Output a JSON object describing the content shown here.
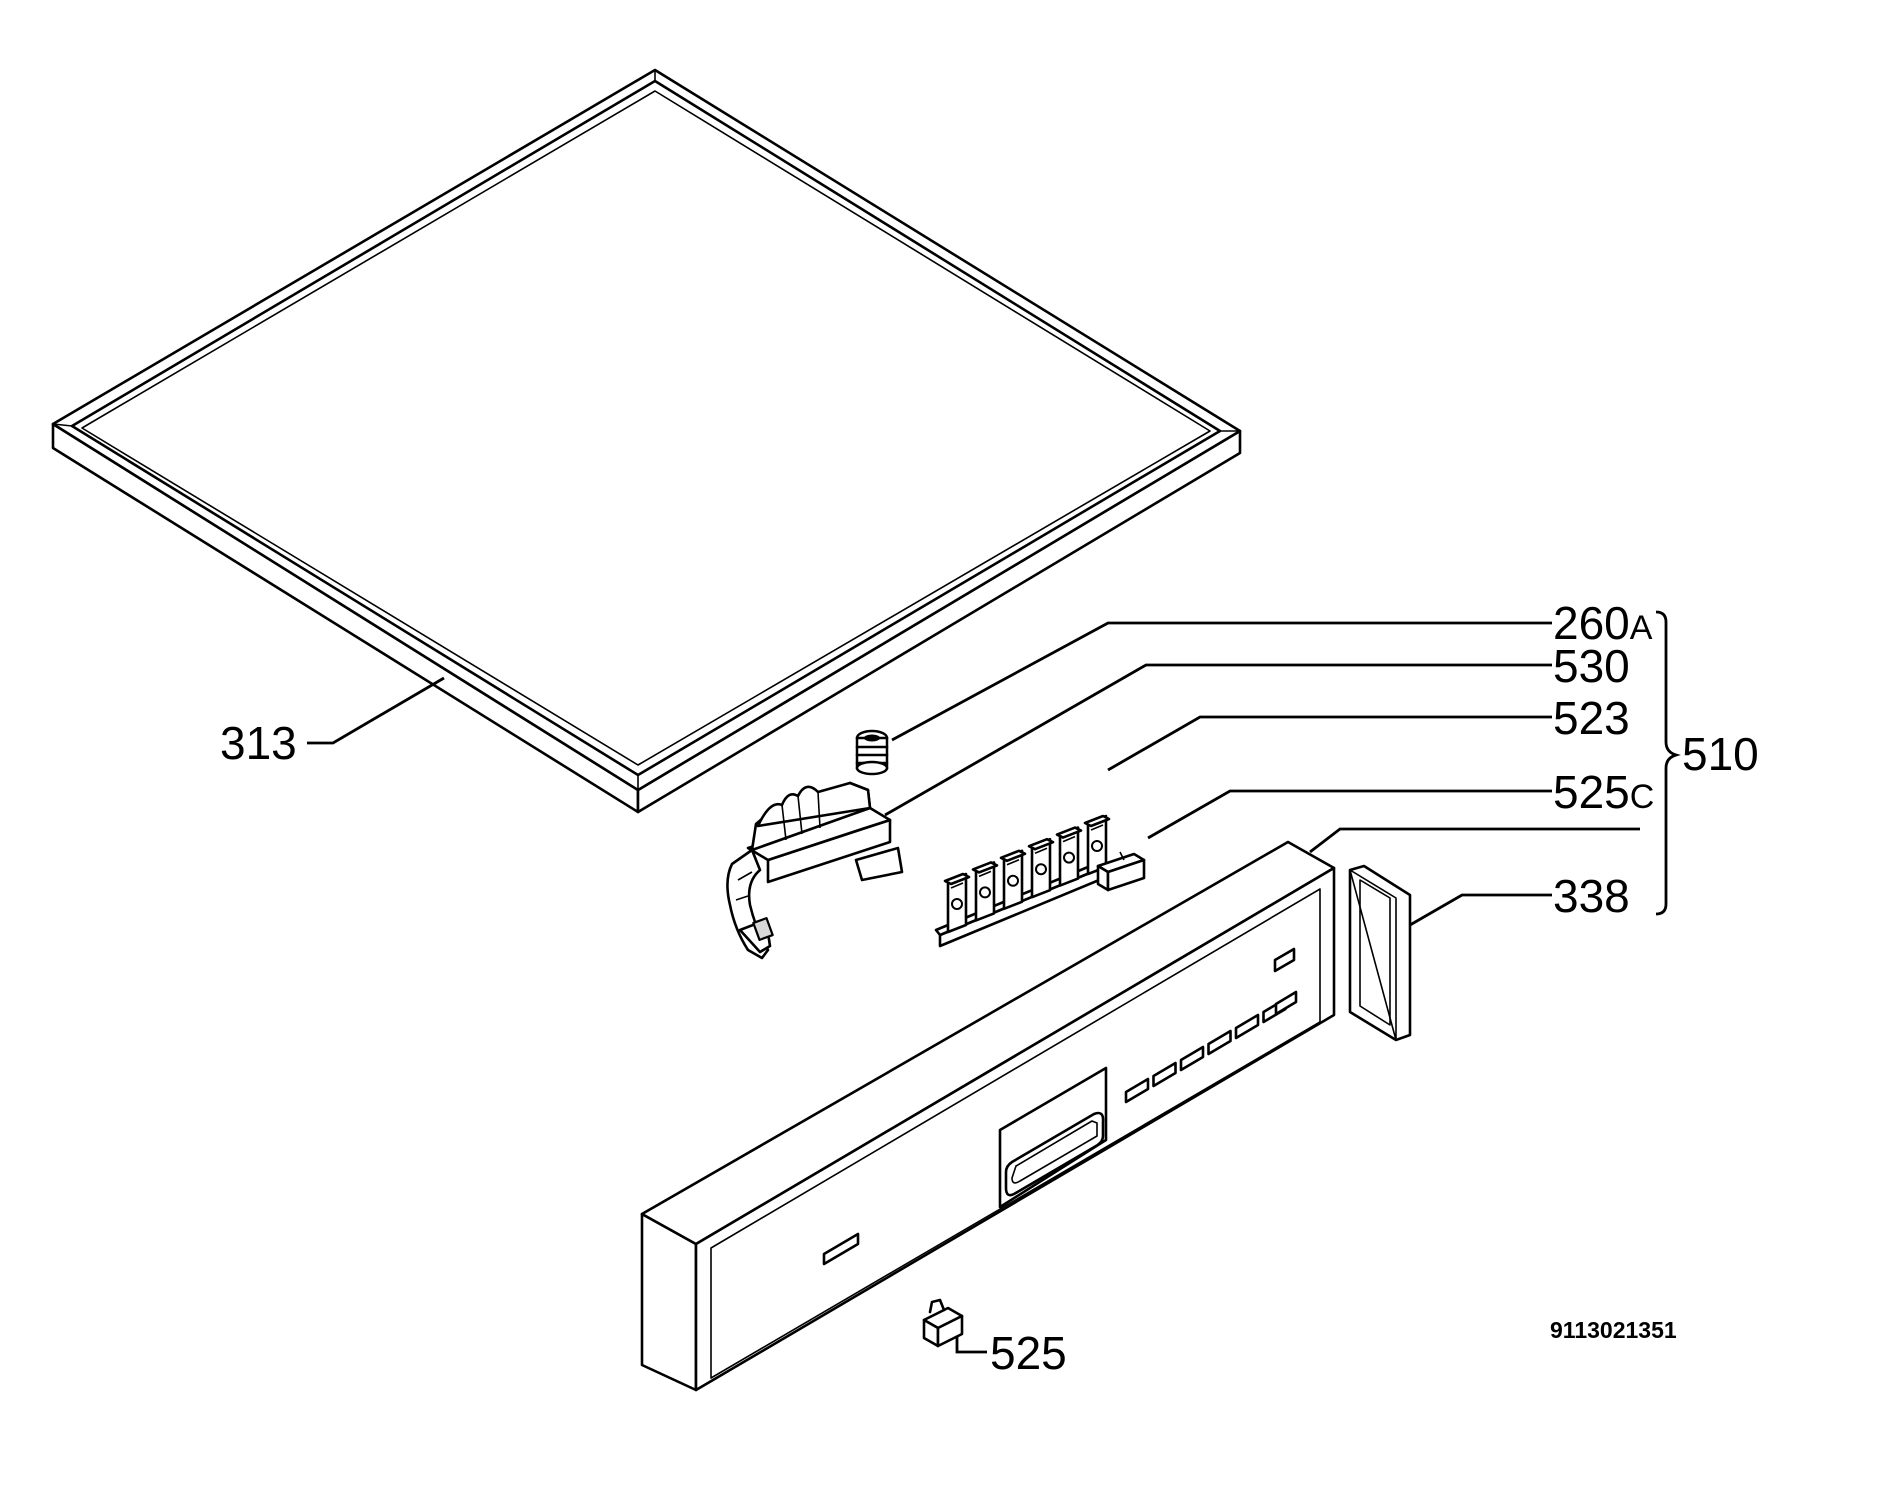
{
  "callouts": {
    "p313": "313",
    "p260": "260",
    "p260_suffix": "A",
    "p530": "530",
    "p523": "523",
    "p525c": "525",
    "p525c_suffix": "C",
    "p510": "510",
    "p338": "338",
    "p525": "525"
  },
  "document_id": "9113021351"
}
